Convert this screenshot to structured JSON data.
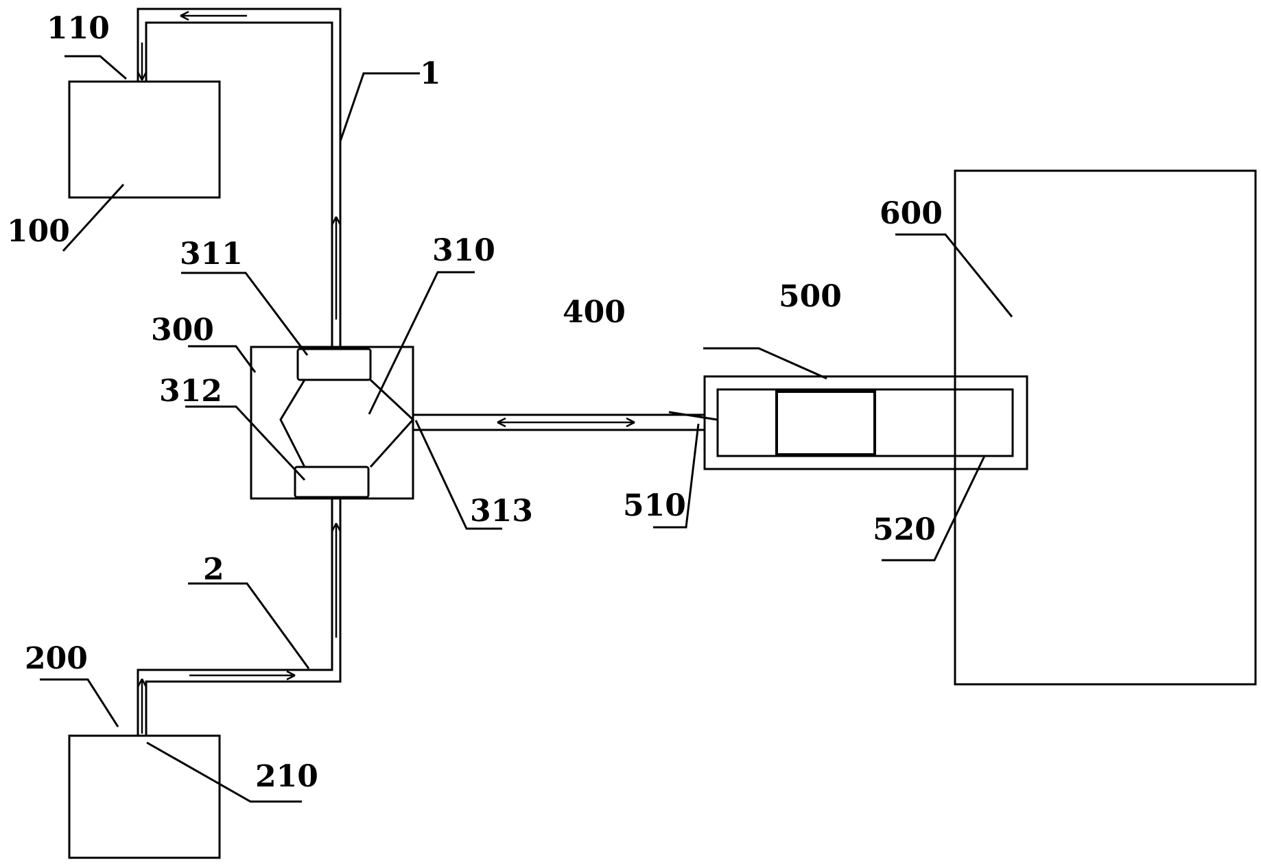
{
  "labels": {
    "l110": "110",
    "l1": "1",
    "l100": "100",
    "l600": "600",
    "l311": "311",
    "l310": "310",
    "l300": "300",
    "l400": "400",
    "l500": "500",
    "l312": "312",
    "l313": "313",
    "l510": "510",
    "l520": "520",
    "l2": "2",
    "l200": "200",
    "l210": "210"
  }
}
